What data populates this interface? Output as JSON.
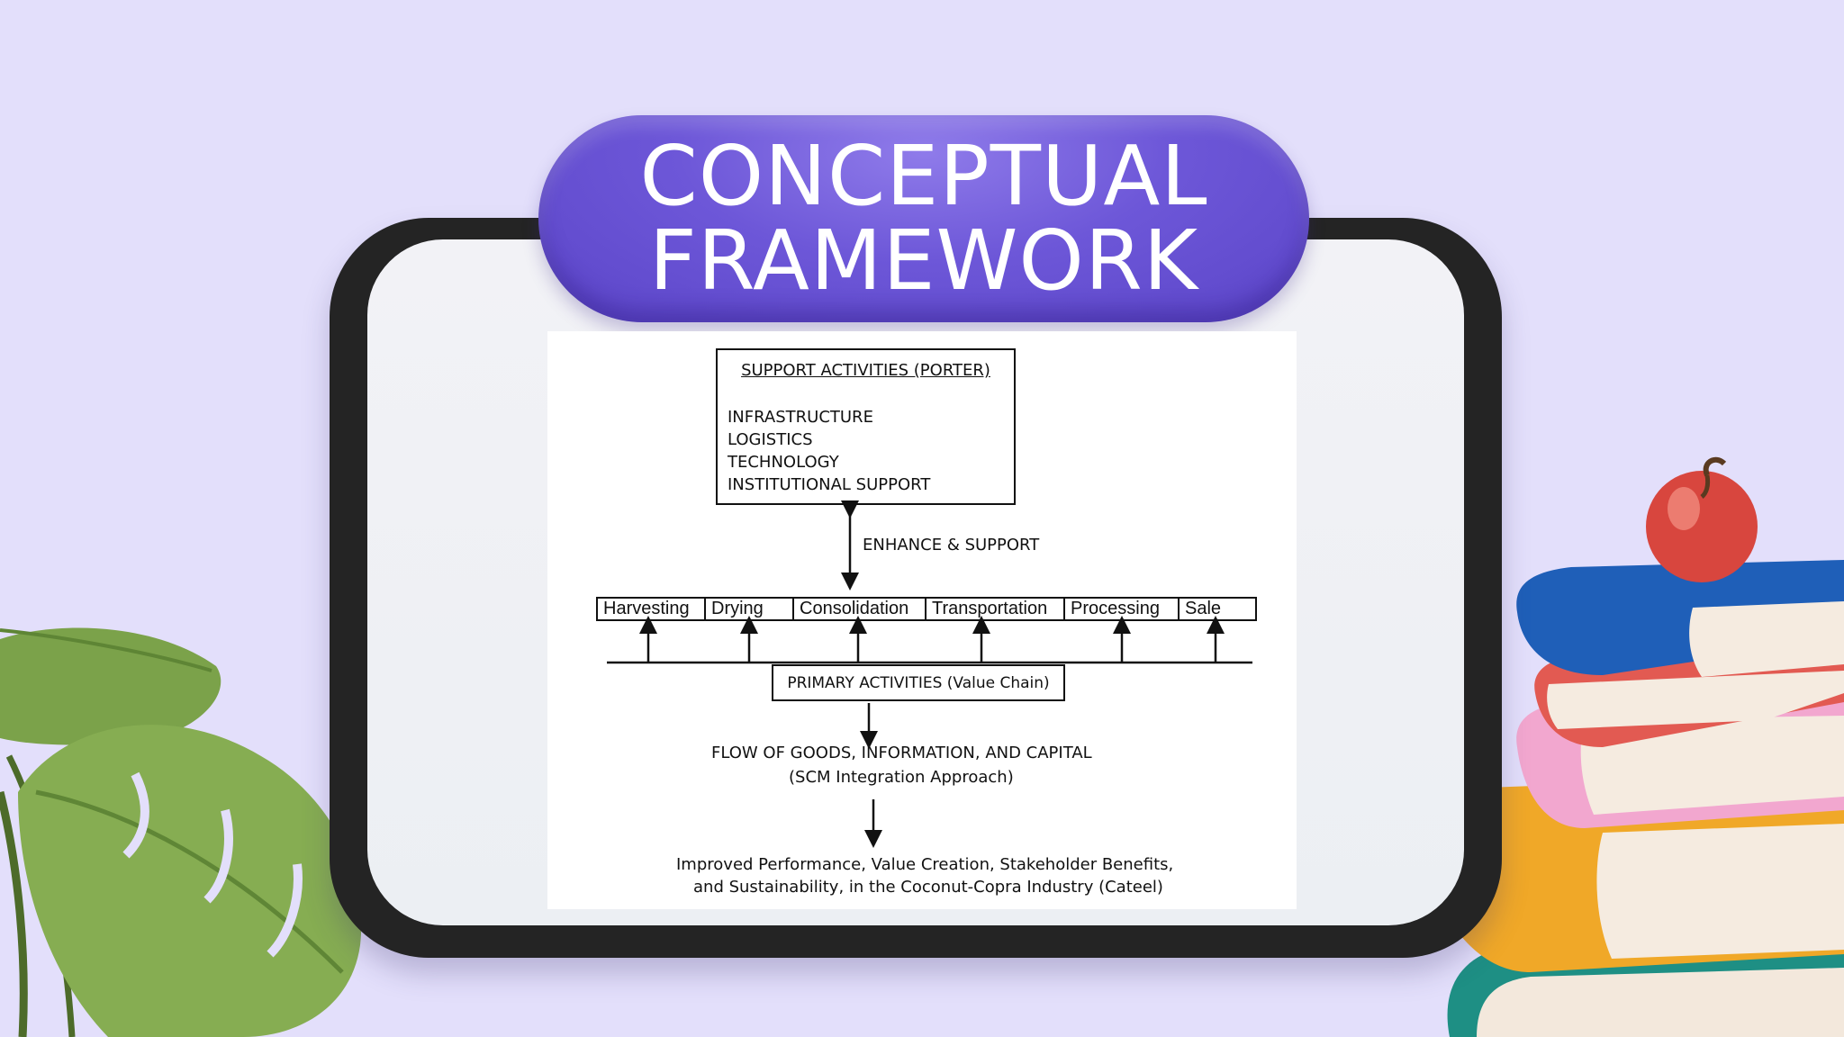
{
  "slide": {
    "title_line1": "CONCEPTUAL",
    "title_line2": "FRAMEWORK"
  },
  "diagram": {
    "support_heading": "SUPPORT ACTIVITIES (PORTER)",
    "support_items": [
      "INFRASTRUCTURE",
      "LOGISTICS",
      "TECHNOLOGY",
      "INSTITUTIONAL SUPPORT"
    ],
    "enhance_label": "ENHANCE & SUPPORT",
    "value_chain_steps": [
      "Harvesting",
      "Drying",
      "Consolidation",
      "Transportation",
      "Processing",
      "Sale"
    ],
    "primary_label": "PRIMARY ACTIVITIES (Value Chain)",
    "flow_line1": "FLOW OF GOODS, INFORMATION, AND CAPITAL",
    "flow_line2": "(SCM Integration Approach)",
    "outcome_line1": "Improved Performance, Value Creation, Stakeholder Benefits,",
    "outcome_line2": "and Sustainability, in the Coconut-Copra Industry (Cateel)"
  },
  "colors": {
    "background": "#e3dffb",
    "pill": "#6d57d8",
    "frame": "#242424"
  }
}
